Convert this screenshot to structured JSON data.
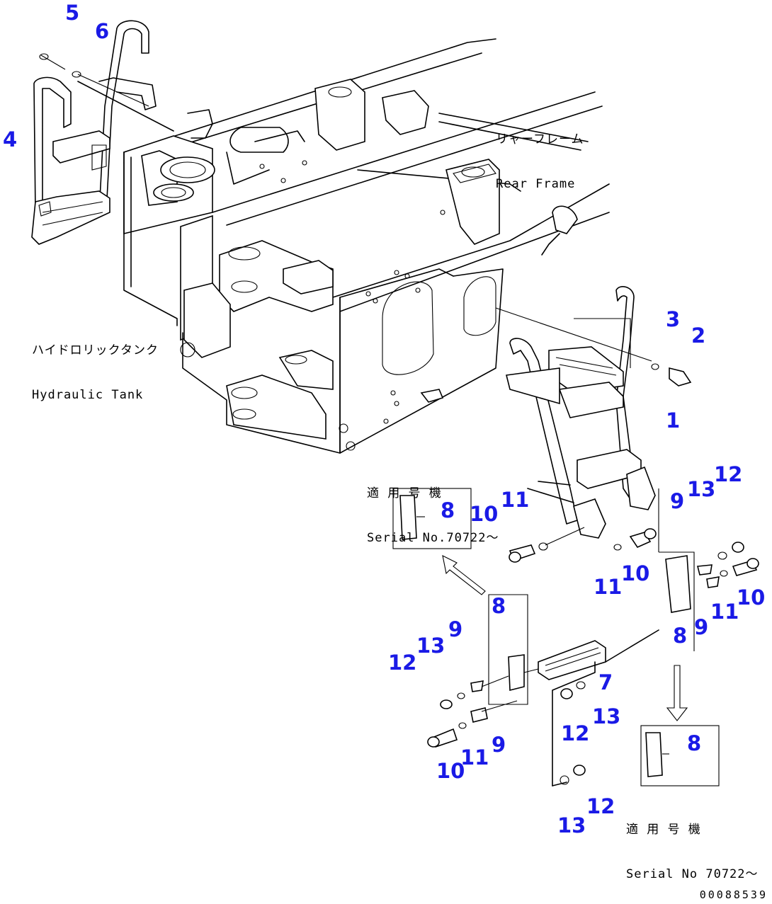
{
  "labels": {
    "rear_frame_jp": "リャーフレーム",
    "rear_frame_en": "Rear Frame",
    "hydraulic_tank_jp": "ハイドロリックタンク",
    "hydraulic_tank_en": "Hydraulic Tank",
    "serial_jp_left": "適 用 号 機",
    "serial_en_left": "Serial No.70722～",
    "serial_jp_right": "適 用 号 機",
    "serial_en_right": "Serial No 70722～"
  },
  "callouts": [
    "5",
    "6",
    "4",
    "3",
    "2",
    "1",
    "8",
    "10",
    "11",
    "9",
    "13",
    "12",
    "11",
    "10",
    "11",
    "10",
    "8",
    "9",
    "8",
    "9",
    "13",
    "12",
    "7",
    "13",
    "12",
    "9",
    "10",
    "11",
    "8",
    "13",
    "12"
  ],
  "document_number": "00088539",
  "colors": {
    "callout": "#1a1ae6",
    "line": "#000000",
    "background": "#ffffff"
  }
}
